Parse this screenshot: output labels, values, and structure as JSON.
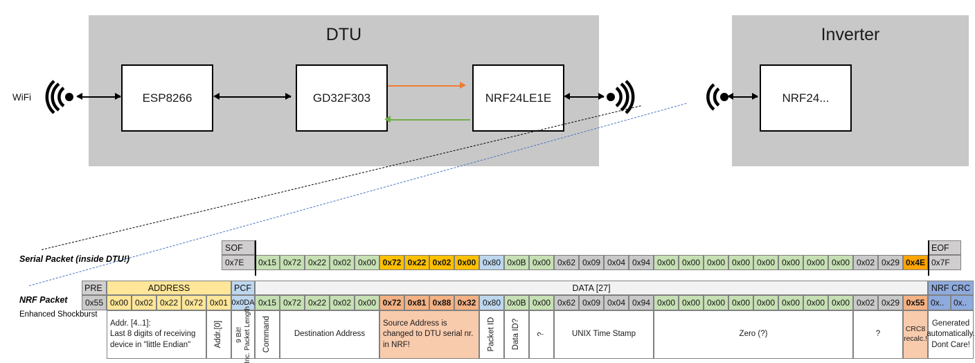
{
  "diagram": {
    "dtu": {
      "title": "DTU",
      "chips": [
        {
          "name": "ESP8266"
        },
        {
          "name": "GD32F303"
        },
        {
          "name": "NRF24LE1E"
        }
      ],
      "wifi_label": "WiFi",
      "arrow_colors": {
        "tx": "#ED7D31",
        "rx": "#70AD47",
        "bus": "#000000"
      }
    },
    "inverter": {
      "title": "Inverter",
      "chips": [
        {
          "name": "NRF24..."
        }
      ]
    }
  },
  "serial_packet": {
    "label": "Serial Packet (inside DTU!)",
    "sof": {
      "header": "SOF",
      "value": "0x7E"
    },
    "eof": {
      "header": "EOF",
      "value": "0x7F"
    },
    "bytes": [
      {
        "v": "0x15",
        "c": "green"
      },
      {
        "v": "0x72",
        "c": "green"
      },
      {
        "v": "0x22",
        "c": "green"
      },
      {
        "v": "0x02",
        "c": "green"
      },
      {
        "v": "0x00",
        "c": "green"
      },
      {
        "v": "0x72",
        "c": "amber",
        "b": true
      },
      {
        "v": "0x22",
        "c": "amber",
        "b": true
      },
      {
        "v": "0x02",
        "c": "amber",
        "b": true
      },
      {
        "v": "0x00",
        "c": "amber",
        "b": true
      },
      {
        "v": "0x80",
        "c": "blue"
      },
      {
        "v": "0x0B",
        "c": "green"
      },
      {
        "v": "0x00",
        "c": "green"
      },
      {
        "v": "0x62",
        "c": "grey"
      },
      {
        "v": "0x09",
        "c": "grey"
      },
      {
        "v": "0x04",
        "c": "grey"
      },
      {
        "v": "0x94",
        "c": "grey"
      },
      {
        "v": "0x00",
        "c": "green"
      },
      {
        "v": "0x00",
        "c": "green"
      },
      {
        "v": "0x00",
        "c": "green"
      },
      {
        "v": "0x00",
        "c": "green"
      },
      {
        "v": "0x00",
        "c": "green"
      },
      {
        "v": "0x00",
        "c": "green"
      },
      {
        "v": "0x00",
        "c": "green"
      },
      {
        "v": "0x00",
        "c": "green"
      },
      {
        "v": "0x02",
        "c": "grey"
      },
      {
        "v": "0x29",
        "c": "grey"
      },
      {
        "v": "0x4E",
        "c": "orange",
        "b": true
      }
    ]
  },
  "nrf_packet": {
    "label": "NRF Packet",
    "sublabel": "Enhanced Shockburst",
    "groups": {
      "pre": "PRE",
      "address": "ADDRESS",
      "pcf": "PCF",
      "data": "DATA [27]",
      "crc": "NRF CRC"
    },
    "pre": {
      "v": "0x55",
      "c": "grey"
    },
    "address": [
      {
        "v": "0x00",
        "c": "yellow"
      },
      {
        "v": "0x02",
        "c": "yellow"
      },
      {
        "v": "0x22",
        "c": "yellow"
      },
      {
        "v": "0x72",
        "c": "yellow"
      },
      {
        "v": "0x01",
        "c": "yellow"
      }
    ],
    "pcf": {
      "v": "0x0DA",
      "c": "blue"
    },
    "bytes": [
      {
        "v": "0x15",
        "c": "green"
      },
      {
        "v": "0x72",
        "c": "green"
      },
      {
        "v": "0x22",
        "c": "green"
      },
      {
        "v": "0x02",
        "c": "green"
      },
      {
        "v": "0x00",
        "c": "green"
      },
      {
        "v": "0x72",
        "c": "salmon",
        "b": true
      },
      {
        "v": "0x81",
        "c": "salmon",
        "b": true
      },
      {
        "v": "0x88",
        "c": "salmon",
        "b": true
      },
      {
        "v": "0x32",
        "c": "salmon",
        "b": true
      },
      {
        "v": "0x80",
        "c": "blue"
      },
      {
        "v": "0x0B",
        "c": "green"
      },
      {
        "v": "0x00",
        "c": "green"
      },
      {
        "v": "0x62",
        "c": "grey"
      },
      {
        "v": "0x09",
        "c": "grey"
      },
      {
        "v": "0x04",
        "c": "grey"
      },
      {
        "v": "0x94",
        "c": "grey"
      },
      {
        "v": "0x00",
        "c": "green"
      },
      {
        "v": "0x00",
        "c": "green"
      },
      {
        "v": "0x00",
        "c": "green"
      },
      {
        "v": "0x00",
        "c": "green"
      },
      {
        "v": "0x00",
        "c": "green"
      },
      {
        "v": "0x00",
        "c": "green"
      },
      {
        "v": "0x00",
        "c": "green"
      },
      {
        "v": "0x00",
        "c": "green"
      },
      {
        "v": "0x02",
        "c": "grey"
      },
      {
        "v": "0x29",
        "c": "grey"
      },
      {
        "v": "0x55",
        "c": "salmon",
        "b": true
      }
    ],
    "crc": [
      {
        "v": "0x..",
        "c": "crcblue"
      },
      {
        "v": "0x..",
        "c": "crcblue"
      }
    ]
  },
  "descriptions": [
    {
      "id": "address-desc",
      "text": "Addr. [4..1]:\nLast 8 digits of receiving device in \"little Endian\"",
      "rot": false,
      "align": "left",
      "fill": "white"
    },
    {
      "id": "addr0-desc",
      "text": "Addr.[0]",
      "rot": true,
      "fill": "white"
    },
    {
      "id": "pcf-desc",
      "text": "9 Bit!\nInc. Packet Length",
      "rot": true,
      "fill": "white"
    },
    {
      "id": "command-desc",
      "text": "Command",
      "rot": true,
      "fill": "white"
    },
    {
      "id": "dest-desc",
      "text": "Destination Address",
      "rot": false,
      "fill": "white"
    },
    {
      "id": "source-desc",
      "text": "Source Address is changed to DTU serial nr. in NRF!",
      "rot": false,
      "align": "left",
      "fill": "salmon"
    },
    {
      "id": "packetid-desc",
      "text": "Packet ID",
      "rot": true,
      "fill": "white"
    },
    {
      "id": "dataid-desc",
      "text": "Data ID?",
      "rot": true,
      "fill": "white"
    },
    {
      "id": "q1-desc",
      "text": "?",
      "rot": true,
      "fill": "white"
    },
    {
      "id": "unix-desc",
      "text": "UNIX Time Stamp",
      "rot": false,
      "fill": "white"
    },
    {
      "id": "zero-desc",
      "text": "Zero (?)",
      "rot": false,
      "fill": "white"
    },
    {
      "id": "q2-desc",
      "text": "?",
      "rot": false,
      "fill": "white"
    },
    {
      "id": "crc8-desc",
      "text": "CRC8 recalc.!",
      "rot": false,
      "fill": "salmon"
    },
    {
      "id": "nrfcrc-desc",
      "text": "Generated automatically. Dont Care!",
      "rot": false,
      "fill": "white"
    }
  ],
  "colors": {
    "green": "#c6e0b4",
    "amber": "#ffc000",
    "orange": "#ffa500",
    "blue": "#bdd7ee",
    "grey": "#c9c9c9",
    "yellow": "#ffe699",
    "salmon": "#f4b183",
    "salmon_light": "#f8cbad",
    "crcblue": "#8faadc",
    "header_grey": "#d0cece",
    "data_header": "#f2f2f2",
    "enclosure": "#c8c8c8"
  }
}
